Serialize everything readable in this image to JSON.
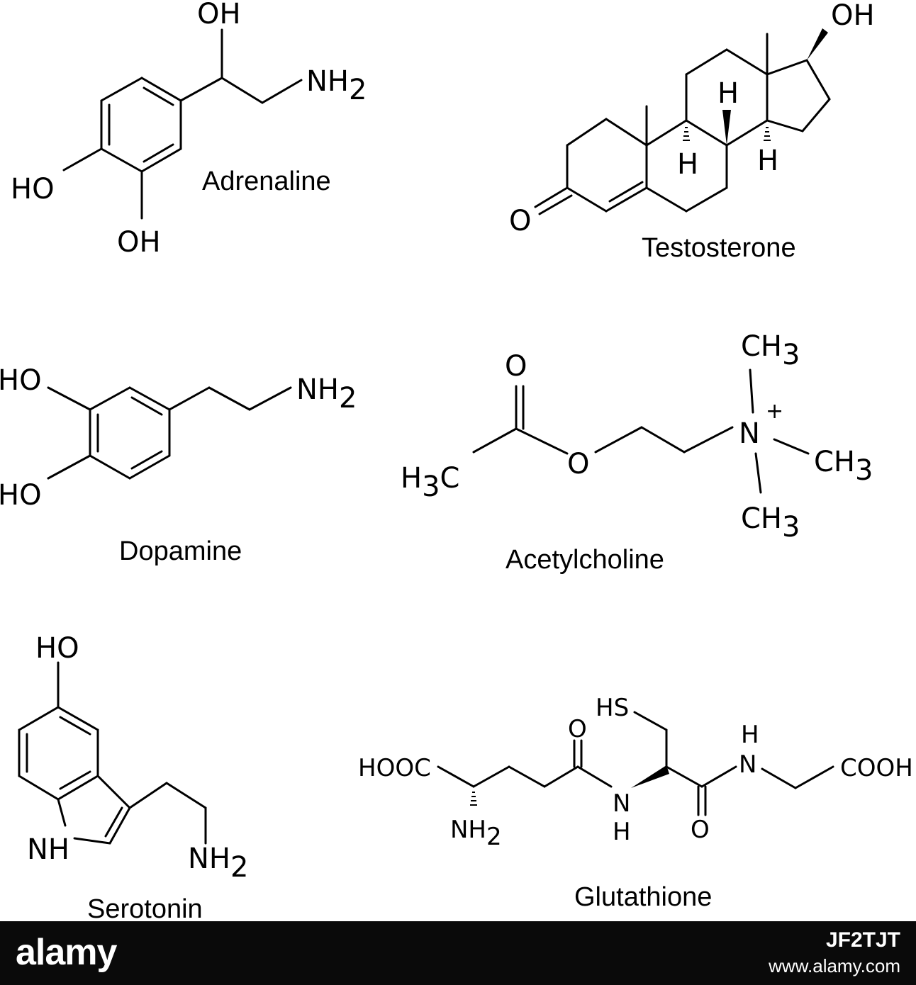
{
  "molecules": [
    {
      "name": "Adrenaline",
      "labels": {
        "oh_top": "OH",
        "nh2": "NH",
        "nh2_sub": "2",
        "ho_left": "HO",
        "oh_bottom": "OH"
      }
    },
    {
      "name": "Testosterone",
      "labels": {
        "oh": "OH",
        "o": "O",
        "h1": "H",
        "h2": "H",
        "h3": "H"
      }
    },
    {
      "name": "Dopamine",
      "labels": {
        "ho_top": "HO",
        "ho_bottom": "HO",
        "nh2": "NH",
        "nh2_sub": "2"
      }
    },
    {
      "name": "Acetylcholine",
      "labels": {
        "o_carbonyl": "O",
        "o_ester": "O",
        "h3c_h": "H",
        "h3c_sub": "3",
        "h3c_c": "C",
        "n": "N",
        "charge": "+",
        "ch3": "CH",
        "ch3_sub": "3"
      }
    },
    {
      "name": "Serotonin",
      "labels": {
        "ho": "HO",
        "nh": "NH",
        "nh2": "NH",
        "nh2_sub": "2"
      }
    },
    {
      "name": "Glutathione",
      "labels": {
        "hs": "HS",
        "o": "O",
        "h": "H",
        "n": "N",
        "hooc": "HOOC",
        "cooh": "COOH",
        "nh2": "NH",
        "nh2_sub": "2"
      }
    }
  ],
  "footer": {
    "logo": "alamy",
    "image_id": "JF2TJT",
    "site": "www.alamy.com"
  },
  "colors": {
    "ink": "#000000",
    "background": "#ffffff",
    "footer_bg": "#0a0a0a",
    "footer_text": "#ffffff"
  }
}
